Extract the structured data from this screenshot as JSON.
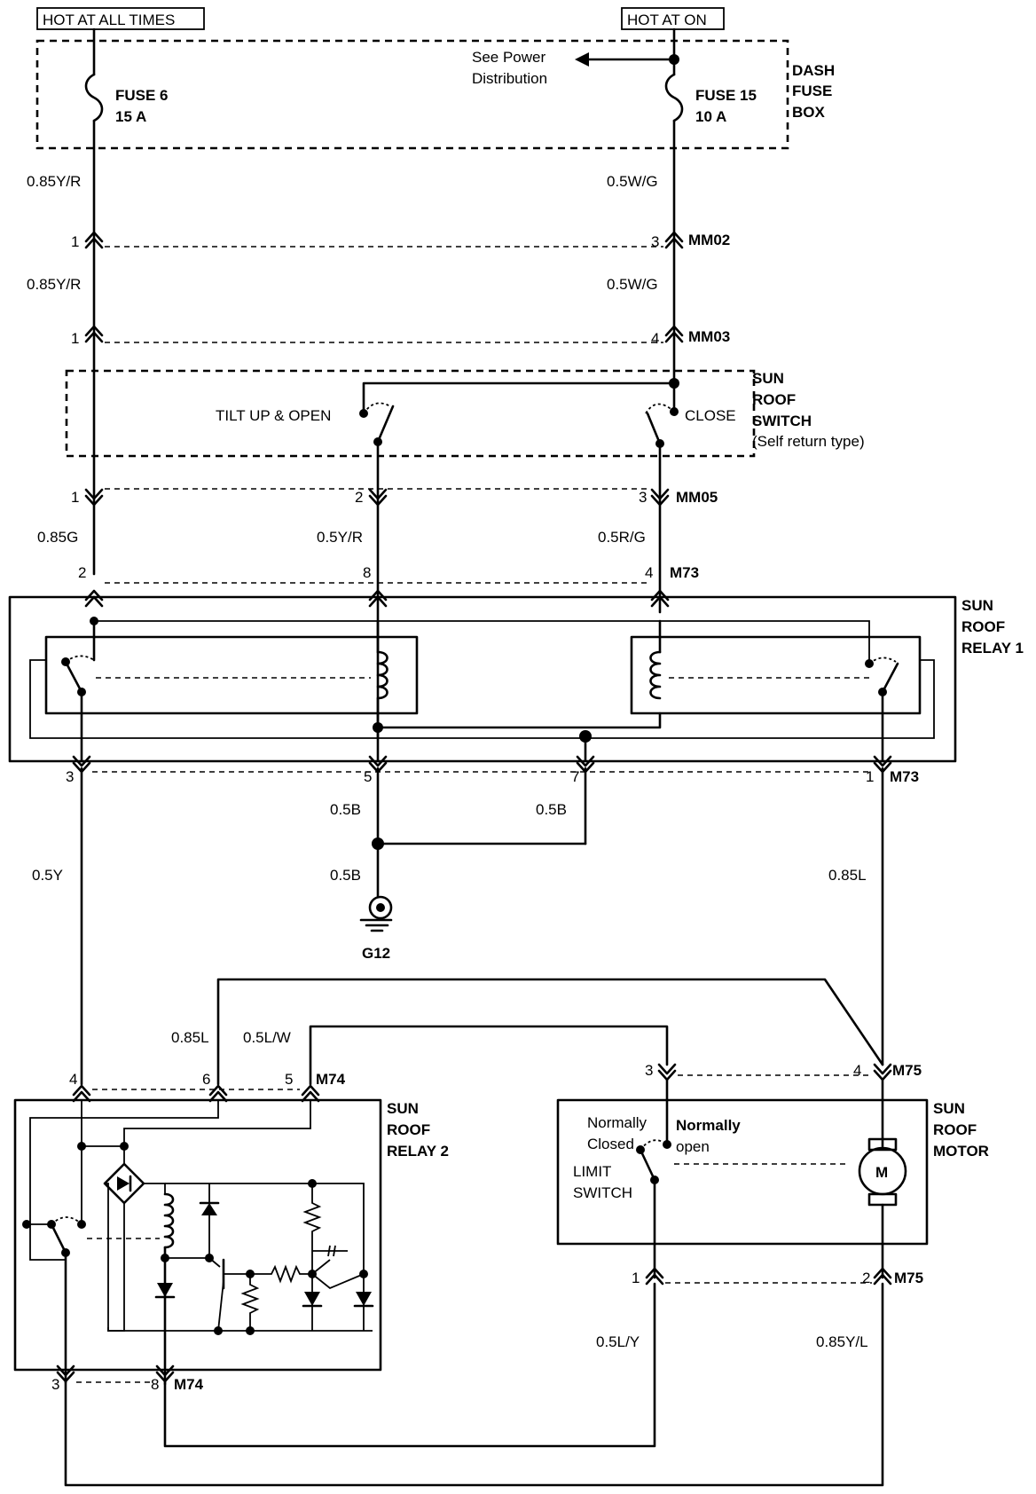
{
  "power": {
    "hot_at_all_times": "HOT AT ALL TIMES",
    "hot_at_on": "HOT AT ON"
  },
  "fuse_box": {
    "label_1": "DASH",
    "label_2": "FUSE",
    "label_3": "BOX",
    "see_power_1": "See Power",
    "see_power_2": "Distribution",
    "fuse6_name": "FUSE 6",
    "fuse6_rating": "15 A",
    "fuse15_name": "FUSE 15",
    "fuse15_rating": "10 A"
  },
  "wires": {
    "w_085yr_a": "0.85Y/R",
    "w_05wg_a": "0.5W/G",
    "w_085yr_b": "0.85Y/R",
    "w_05wg_b": "0.5W/G",
    "w_085g": "0.85G",
    "w_05yr": "0.5Y/R",
    "w_05rg": "0.5R/G",
    "w_05b_a": "0.5B",
    "w_05b_b": "0.5B",
    "w_05b_c": "0.5B",
    "w_05y": "0.5Y",
    "w_085l_right": "0.85L",
    "w_085l_left": "0.85L",
    "w_05lw": "0.5L/W",
    "w_05ly": "0.5L/Y",
    "w_085yl": "0.85Y/L"
  },
  "connectors": {
    "mm02": "MM02",
    "mm02_p1": "1",
    "mm02_p3": "3",
    "mm03": "MM03",
    "mm03_p1": "1",
    "mm03_p4": "4",
    "mm05": "MM05",
    "mm05_p1": "1",
    "mm05_p2": "2",
    "mm05_p3": "3",
    "m73_top": "M73",
    "m73_p2": "2",
    "m73_p8": "8",
    "m73_p4": "4",
    "m73_bottom": "M73",
    "m73_p3": "3",
    "m73_p5": "5",
    "m73_p7": "7",
    "m73_p1": "1",
    "m75_top": "M75",
    "m75_p3": "3",
    "m75_p4": "4",
    "m75_bottom": "M75",
    "m75_p1": "1",
    "m75_p2": "2",
    "m74_top": "M74",
    "m74_p4": "4",
    "m74_p6": "6",
    "m74_p5": "5",
    "m74_bottom": "M74",
    "m74_p3": "3",
    "m74_p8": "8"
  },
  "switch": {
    "title_1": "SUN",
    "title_2": "ROOF",
    "title_3": "SWITCH",
    "note": "(Self return type)",
    "tilt": "TILT  UP & OPEN",
    "close": "CLOSE"
  },
  "relay1": {
    "title_1": "SUN",
    "title_2": "ROOF",
    "title_3": "RELAY 1"
  },
  "relay2": {
    "title_1": "SUN",
    "title_2": "ROOF",
    "title_3": "RELAY 2"
  },
  "motor": {
    "title_1": "SUN",
    "title_2": "ROOF",
    "title_3": "MOTOR",
    "symbol": "M",
    "normally_closed_1": "Normally",
    "normally_closed_2": "Closed",
    "normally_open_1": "Normally",
    "normally_open_2": "open",
    "limit_1": "LIMIT",
    "limit_2": "SWITCH"
  },
  "ground": {
    "label": "G12"
  }
}
